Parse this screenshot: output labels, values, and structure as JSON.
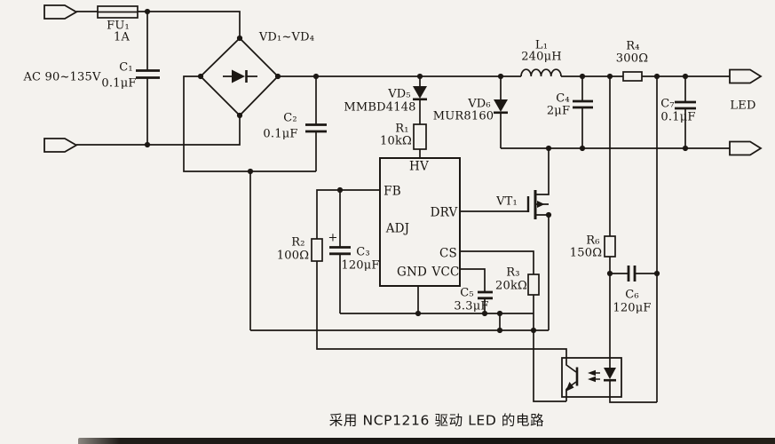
{
  "caption": "采用 NCP1216 驱动 LED 的电路",
  "io": {
    "ac_input": "AC 90~135V",
    "led_output": "LED"
  },
  "components": {
    "fu1": {
      "ref": "FU₁",
      "value": "1A"
    },
    "c1": {
      "ref": "C₁",
      "value": "0.1μF"
    },
    "bridge": {
      "ref": "VD₁~VD₄"
    },
    "c2": {
      "ref": "C₂",
      "value": "0.1μF"
    },
    "vd5": {
      "ref": "VD₅",
      "value": "MMBD4148"
    },
    "r1": {
      "ref": "R₁",
      "value": "10kΩ"
    },
    "vd6": {
      "ref": "VD₆",
      "value": "MUR8160"
    },
    "l1": {
      "ref": "L₁",
      "value": "240μH"
    },
    "r4": {
      "ref": "R₄",
      "value": "300Ω"
    },
    "c4": {
      "ref": "C₄",
      "value": "2μF"
    },
    "c7": {
      "ref": "C₇",
      "value": "0.1μF"
    },
    "vt1": {
      "ref": "VT₁"
    },
    "r2": {
      "ref": "R₂",
      "value": "100Ω"
    },
    "c3": {
      "ref": "C₃",
      "value": "120μF",
      "polarity": "+"
    },
    "c5": {
      "ref": "C₅",
      "value": "3.3μF"
    },
    "r3": {
      "ref": "R₃",
      "value": "20kΩ"
    },
    "r6": {
      "ref": "R₆",
      "value": "150Ω"
    },
    "c6": {
      "ref": "C₆",
      "value": "120μF"
    }
  },
  "ic": {
    "pins": {
      "hv": "HV",
      "fb": "FB",
      "adj": "ADJ",
      "drv": "DRV",
      "cs": "CS",
      "vcc": "VCC",
      "gnd": "GND"
    }
  }
}
